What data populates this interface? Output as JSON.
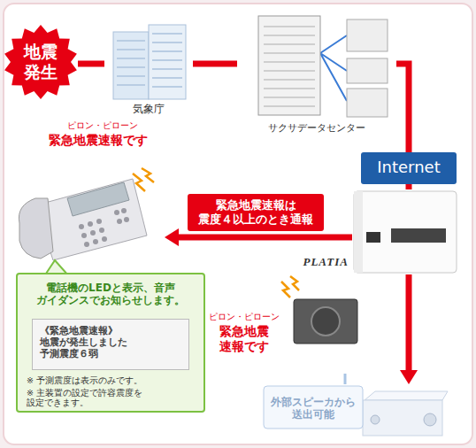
{
  "diagram": {
    "nodes": [
      {
        "text": [
          "地震 発生"
        ]
      },
      {
        "text": [
          "気象庁"
        ]
      },
      {
        "text": [
          "サクサデータセンター"
        ]
      },
      {
        "text": [
          "Internet"
        ]
      },
      {
        "text": [
          "PLATIA"
        ]
      },
      {
        "text": [
          "ピロン・ピローン",
          "緊急地震速報です"
        ]
      },
      {
        "text": [
          "電話機のLEDと表示、音声 ガイダンスでお知らせします。",
          "※ 予測震度は表示のみです。",
          "※ 主装置の設定で許容震度を 設定できます。"
        ]
      },
      {
        "text": [
          "《緊急地震速報》 地震が発生しました 予測震度６弱"
        ],
        "in": 6
      },
      {
        "text": [
          "ピロン・ピローン",
          "緊急地震 速報です"
        ]
      },
      {
        "text": [
          "外部スピーカから 送出可能"
        ]
      }
    ],
    "edges": [
      {
        "from": 0,
        "to": 1,
        "arrow": "none"
      },
      {
        "from": 1,
        "to": 2,
        "arrow": "none"
      },
      {
        "from": 2,
        "to": 3,
        "arrow": "none"
      },
      {
        "from": 3,
        "to": 4,
        "arrow": "none"
      },
      {
        "from": 4,
        "to": 5,
        "label": "緊急地震速報は 震度４以上のとき通報",
        "arrow": "to"
      },
      {
        "from": 4,
        "to": 9,
        "arrow": "to"
      },
      {
        "from": 8,
        "to": 9,
        "arrow": "none"
      }
    ]
  }
}
